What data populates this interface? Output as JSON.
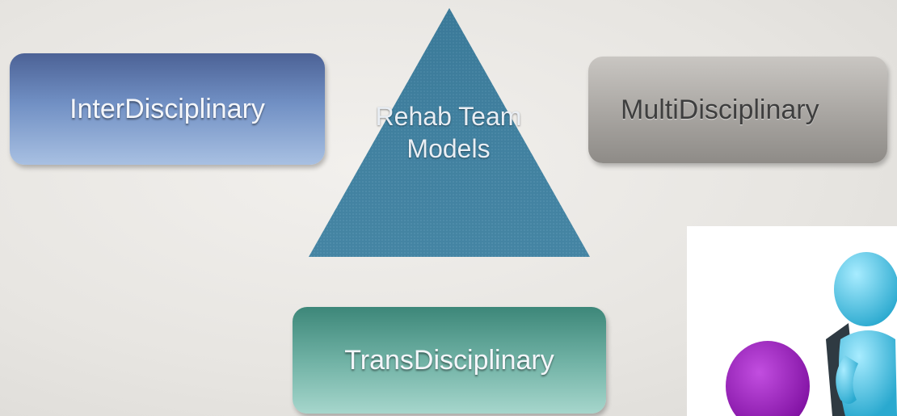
{
  "boxes": {
    "inter": "InterDisciplinary",
    "multi": "MultiDisciplinary",
    "trans": "TransDisciplinary"
  },
  "center": {
    "line1": "Rehab Team",
    "line2": "Models"
  },
  "colors": {
    "inter_box": "#7190c4",
    "multi_box": "#a8a5a1",
    "trans_box": "#6fb1a4",
    "triangle": "#3f7f9e",
    "figure_purple": "#a11dc2",
    "figure_cyan": "#4ec5e4"
  }
}
